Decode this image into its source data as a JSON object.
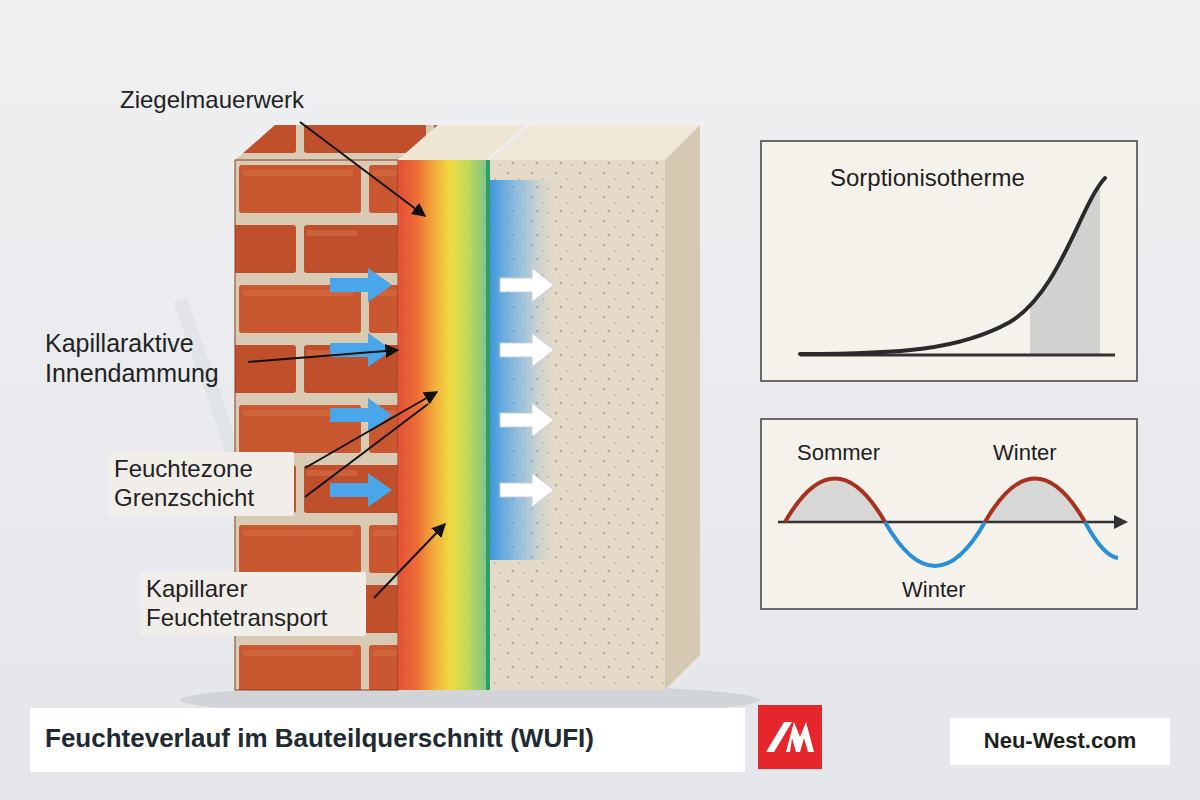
{
  "diagram": {
    "title": "Feuchteverlauf im Bauteilquerschnitt (WUFI)",
    "nodes": [
      {
        "text": [
          "Sorptionisotherme"
        ]
      },
      {
        "text": [
          "Sommer",
          "Winter",
          "Winter"
        ]
      },
      {
        "text": [
          "Neu-West.com"
        ]
      }
    ],
    "labels": [
      "Ziegelmauerwerk",
      "Kapillaraktive Innendammung",
      "Feuchtezone Grenzschicht",
      "Kapillarer Feuchtetransport"
    ]
  }
}
